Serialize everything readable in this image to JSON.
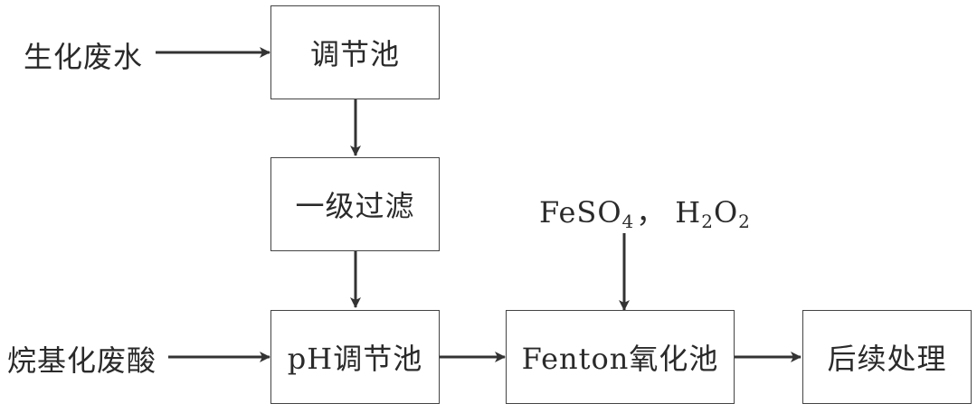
{
  "nodes": {
    "tiaojiechi": "调节池",
    "yiji_guolv": "一级过滤",
    "ph_tiaojiechi": "pH调节池",
    "fenton": "Fenton氧化池",
    "houxu": "后续处理"
  },
  "inputs": {
    "shenghua_feishui": "生化废水",
    "wanji_feisuan": "烷基化废酸"
  },
  "reagents": {
    "feso4_base": "FeSO",
    "feso4_sub": "4",
    "separator": "，",
    "h2o2_h": "H",
    "h2o2_sub1": "2",
    "h2o2_o": "O",
    "h2o2_sub2": "2"
  }
}
